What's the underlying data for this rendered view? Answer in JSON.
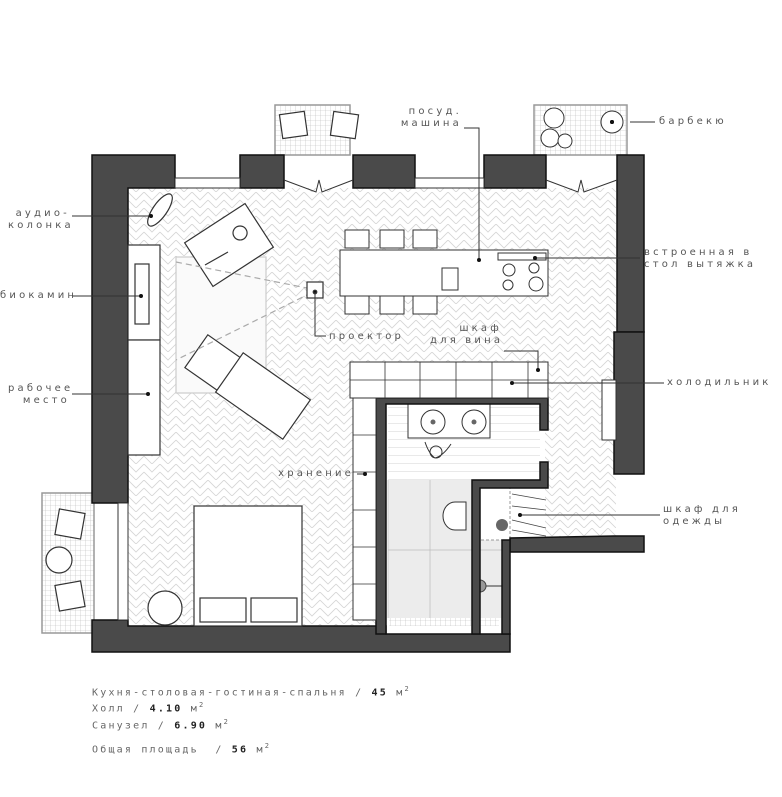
{
  "plan": {
    "labels": {
      "audio_speaker": [
        "аудио-",
        "колонка"
      ],
      "biofireplace": "биокамин",
      "workplace": [
        "рабочее",
        "место"
      ],
      "dishwasher": [
        "посуд.",
        "машина"
      ],
      "barbecue": "барбекю",
      "hood": [
        "встроенная в",
        "стол вытяжка"
      ],
      "projector": "проектор",
      "wine_cabinet": [
        "шкаф",
        "для вина"
      ],
      "fridge": "холодильник",
      "storage": "хранение",
      "wardrobe": [
        "шкаф для",
        "одежды"
      ]
    },
    "colors": {
      "wall": "#4a4a4a",
      "wall_stroke": "#111111",
      "floor_hatch": "#d6d6d6",
      "bath_tile": "#ececec",
      "leader": "#333333"
    }
  },
  "summary": {
    "rows": [
      {
        "name": "Кухня-столовая-гостиная-спальня",
        "sep": "/",
        "value": "45",
        "unit": "м",
        "sup": "2"
      },
      {
        "name": "Холл",
        "sep": "/",
        "value": "4.10",
        "unit": "м",
        "sup": "2"
      },
      {
        "name": "Санузел",
        "sep": "/",
        "value": "6.90",
        "unit": "м",
        "sup": "2"
      }
    ],
    "total": {
      "name": "Общая площадь",
      "sep": "/",
      "value": "56",
      "unit": "м",
      "sup": "2"
    }
  }
}
